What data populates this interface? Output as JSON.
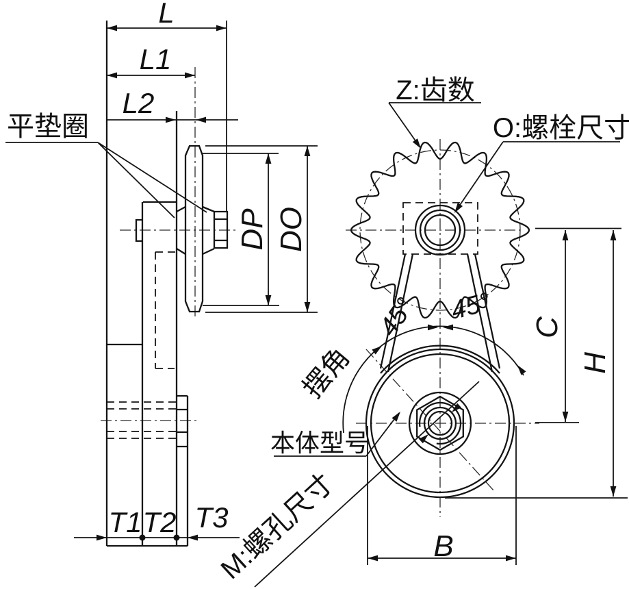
{
  "labels": {
    "L": "L",
    "L1": "L1",
    "L2": "L2",
    "T1": "T1",
    "T2": "T2",
    "T3": "T3",
    "DP": "DP",
    "DO": "DO",
    "C": "C",
    "H": "H",
    "B": "B",
    "flat_washer": "平垫圈",
    "teeth_count": "Z:齿数",
    "bolt_size": "O:螺栓尺寸",
    "swing_angle": "摆角",
    "angle_left": "45°",
    "angle_right": "45°",
    "body_model": "本体型号",
    "screw_hole_size": "M:螺孔尺寸"
  }
}
